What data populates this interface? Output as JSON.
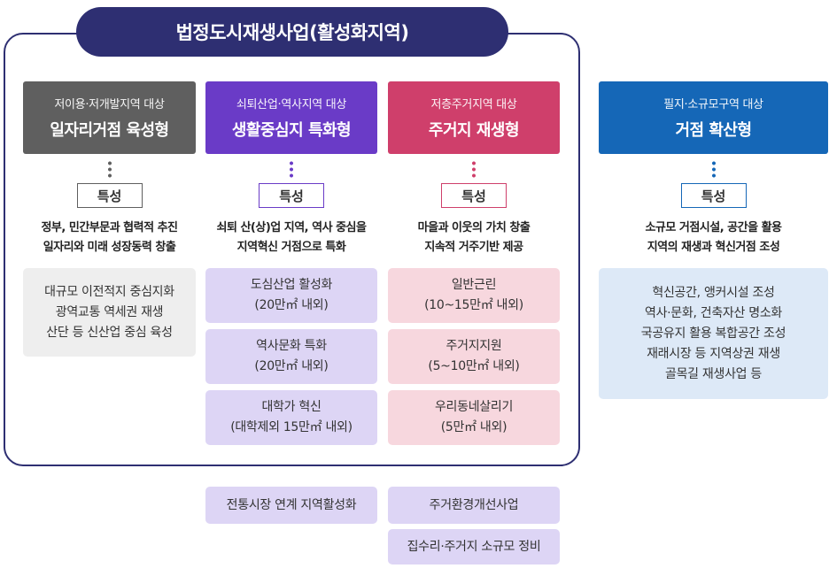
{
  "title": "법정도시재생사업(활성화지역)",
  "badge_label": "특성",
  "columns": [
    {
      "sub": "저이용·저개발지역 대상",
      "name": "일자리거점 육성형",
      "color": "#5f5f5f",
      "desc": [
        "정부, 민간부문과 협력적 추진",
        "일자리와 미래 성장동력 창출"
      ],
      "items": [
        [
          "대규모 이전적지 중심지화",
          "광역교통 역세권 재생",
          "산단 등 신산업 중심 육성"
        ]
      ],
      "box_bg": "#eeeeee"
    },
    {
      "sub": "쇠퇴산업·역사지역 대상",
      "name": "생활중심지 특화형",
      "color": "#6a3bc7",
      "desc": [
        "쇠퇴 산(상)업 지역, 역사 중심을",
        "지역혁신 거점으로 특화"
      ],
      "items": [
        [
          "도심산업 활성화",
          "(20만㎡ 내외)"
        ],
        [
          "역사문화 특화",
          "(20만㎡ 내외)"
        ],
        [
          "대학가 혁신",
          "(대학제외 15만㎡ 내외)"
        ]
      ],
      "box_bg": "#ddd5f5",
      "extra": [
        "전통시장 연계 지역활성화"
      ]
    },
    {
      "sub": "저층주거지역 대상",
      "name": "주거지 재생형",
      "color": "#cf3f6b",
      "desc": [
        "마을과 이웃의 가치 창출",
        "지속적 거주기반 제공"
      ],
      "items": [
        [
          "일반근린",
          "(10~15만㎡ 내외)"
        ],
        [
          "주거지지원",
          "(5~10만㎡ 내외)"
        ],
        [
          "우리동네살리기",
          "(5만㎡ 내외)"
        ]
      ],
      "box_bg": "#f7d7de",
      "extra": [
        "주거환경개선사업",
        "집수리·주거지 소규모 정비"
      ]
    },
    {
      "sub": "필지·소규모구역 대상",
      "name": "거점 확산형",
      "color": "#1567b7",
      "desc": [
        "소규모 거점시설, 공간을 활용",
        "지역의 재생과 혁신거점 조성"
      ],
      "items": [
        [
          "혁신공간, 앵커시설 조성",
          "역사·문화, 건축자산 명소화",
          "국공유지 활용 복합공간 조성",
          "재래시장 등 지역상권 재생",
          "골목길 재생사업 등"
        ]
      ],
      "box_bg": "#dde9f7"
    }
  ]
}
